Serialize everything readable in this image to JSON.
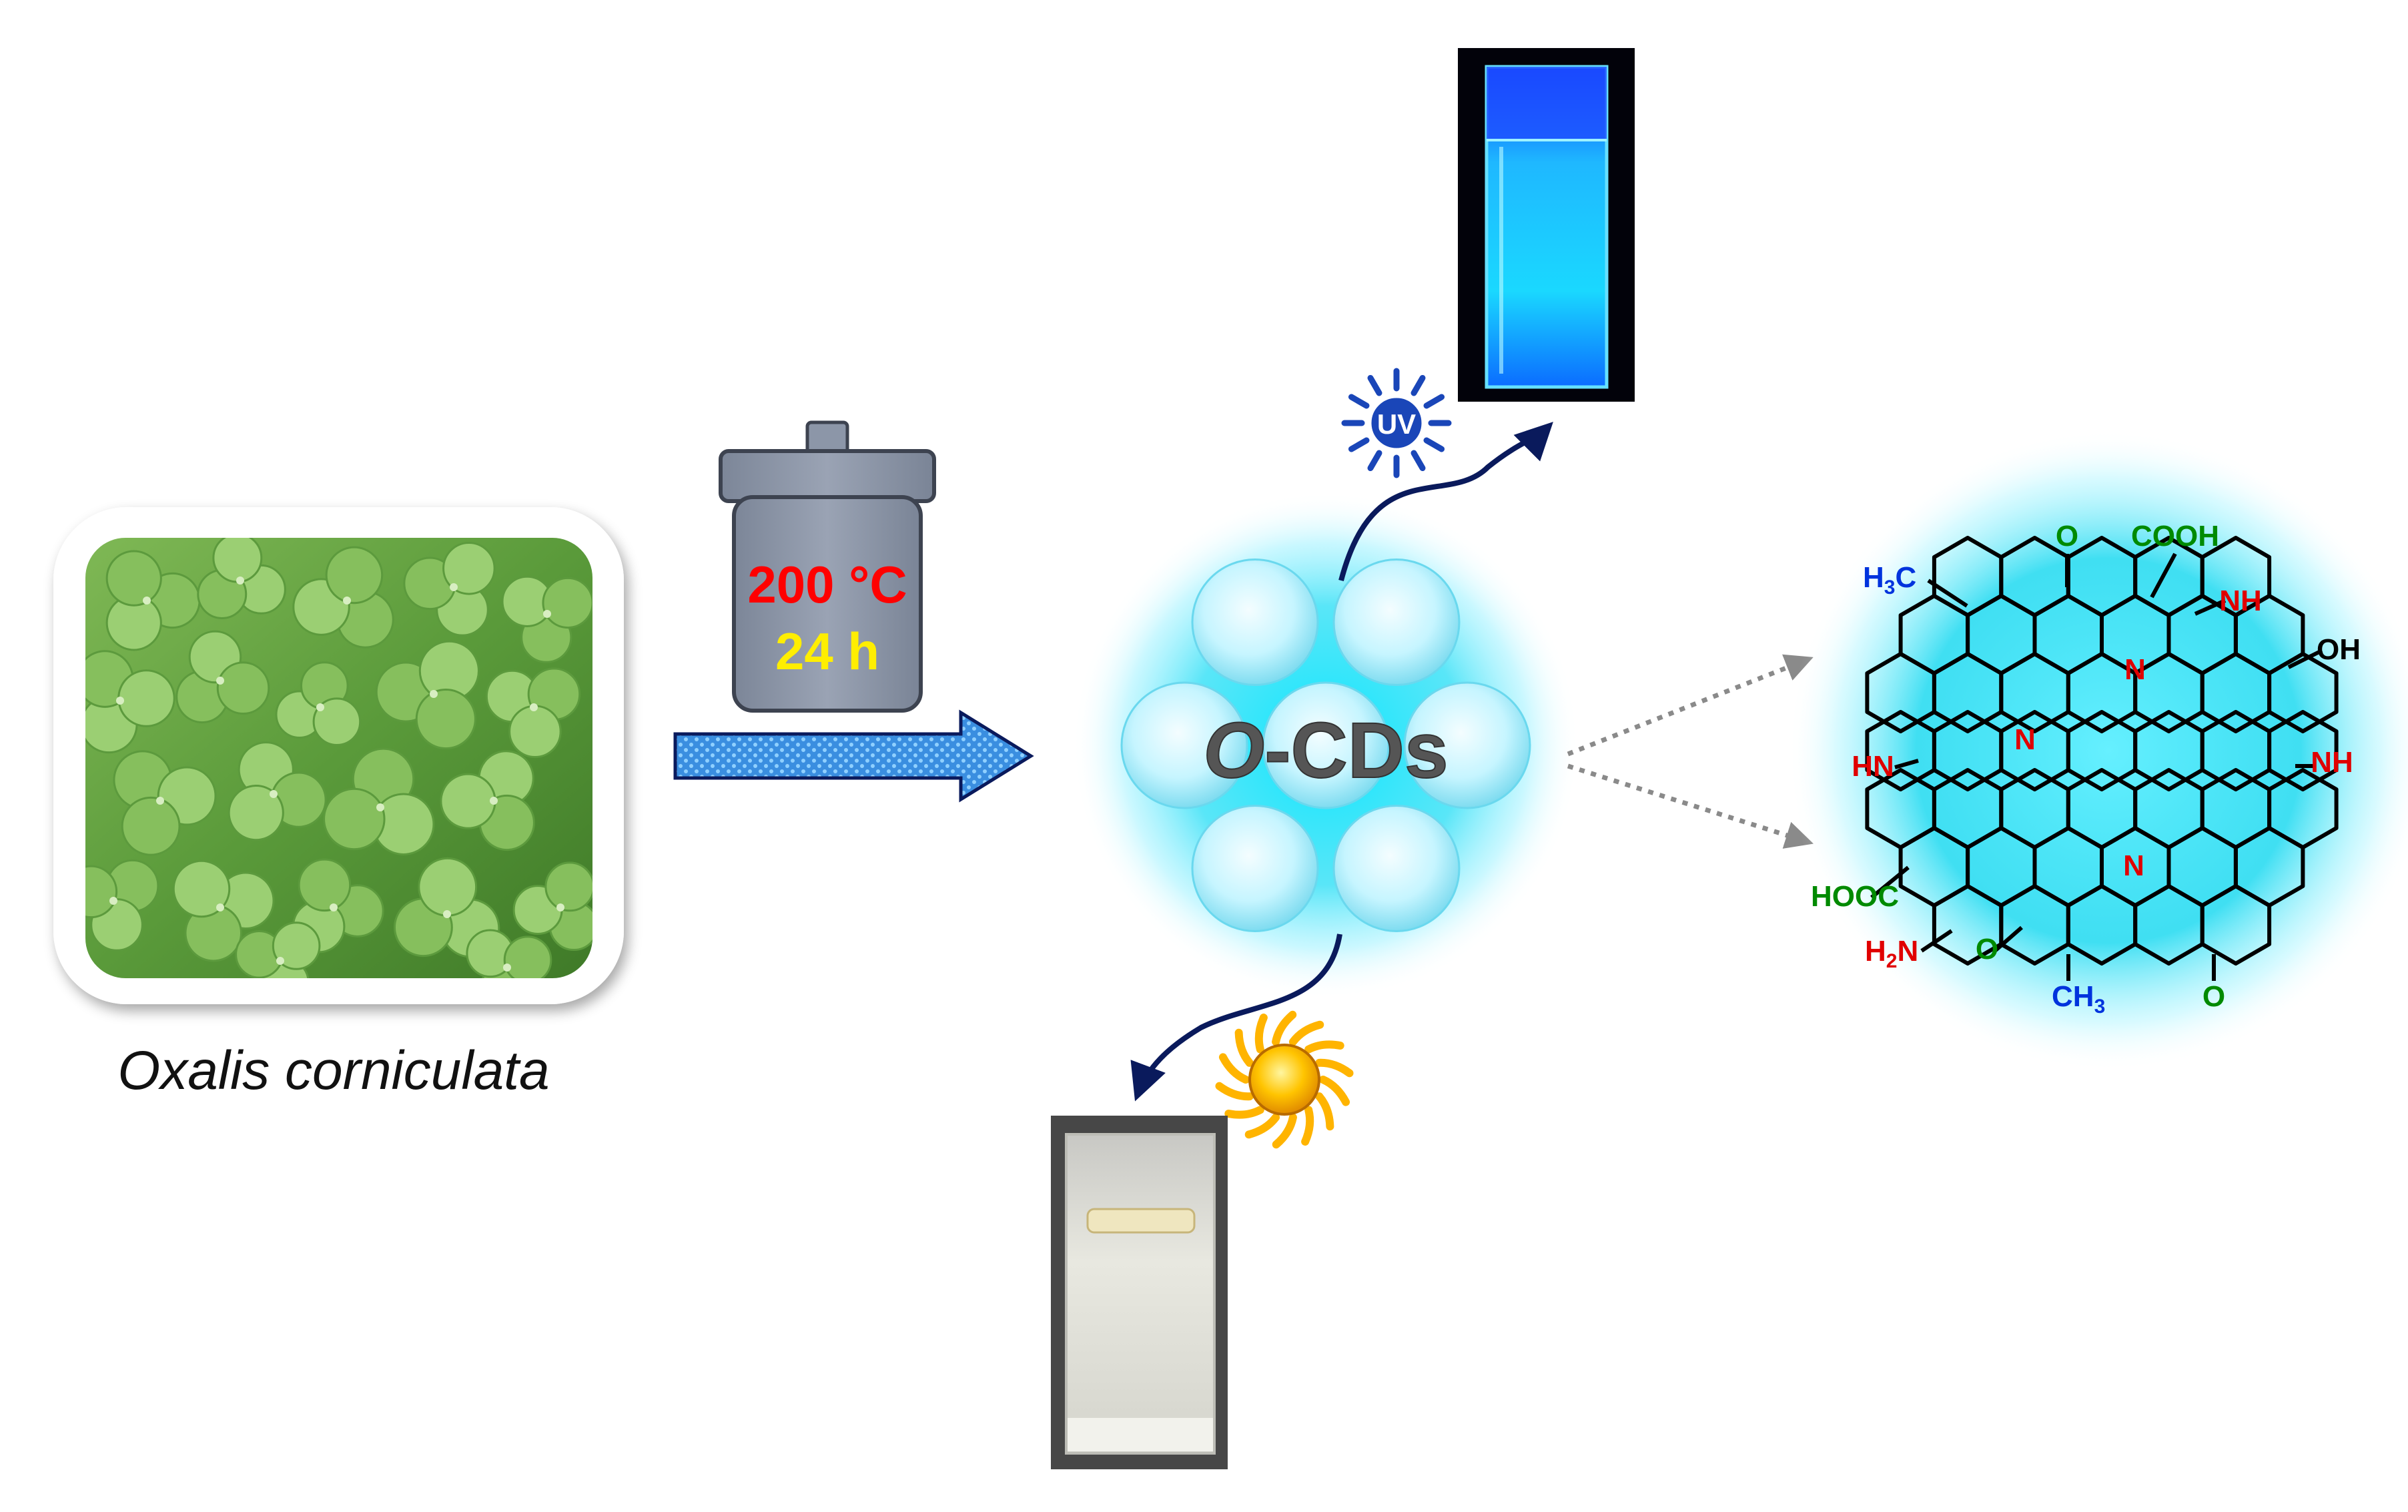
{
  "plant": {
    "caption": "Oxalis corniculata",
    "photo_icon": "clover-leaves-photo"
  },
  "reactor": {
    "temperature": "200 °C",
    "time": "24 h",
    "icon": "autoclave-reactor-icon"
  },
  "product": {
    "label_prefix": "O",
    "label_suffix": "-CDs"
  },
  "uv": {
    "badge": "UV",
    "icon": "uv-lamp-icon"
  },
  "sun": {
    "icon": "sun-icon"
  },
  "structure": {
    "groups": {
      "h3c": "H3C",
      "o_top": "O",
      "cooh_top": "COOH",
      "nh_top": "NH",
      "oh": "OH",
      "n_center": "N",
      "n_left": "N",
      "n_lower": "N",
      "hn_left": "HN",
      "nh_right": "NH",
      "hooc": "HOOC",
      "h2n": "H2N",
      "o_ring": "O",
      "ch3": "CH3",
      "o_bottom": "O"
    }
  },
  "colors": {
    "glow": "#00d8f0",
    "arrow_blue": "#3a8ee0",
    "dark_arrow": "#0a1a5c",
    "temperature_text": "#ff0000",
    "time_text": "#ffee00",
    "reactor_body": "#8c96a8",
    "nitrogen": "#e00000",
    "methyl": "#0033dd",
    "carboxyl": "#008a00"
  }
}
